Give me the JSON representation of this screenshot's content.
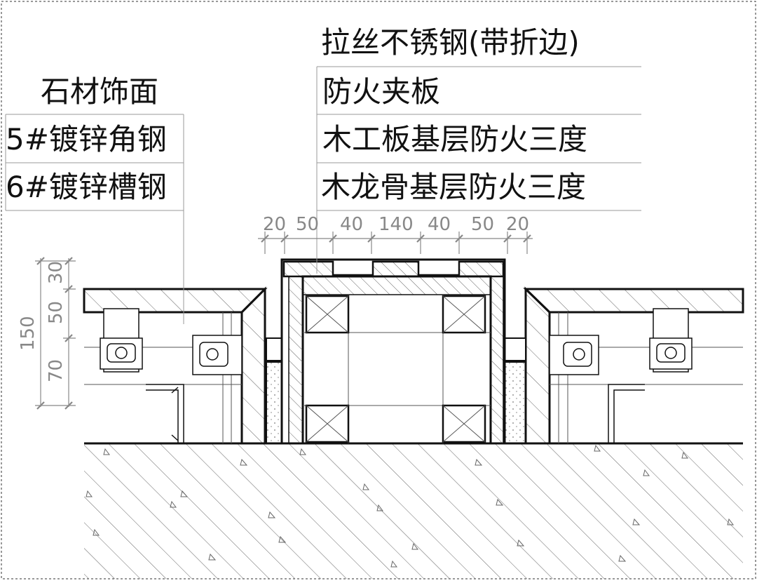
{
  "labels": {
    "left": [
      "石材饰面",
      "5#镀锌角钢",
      "6#镀锌槽钢"
    ],
    "right": [
      "拉丝不锈钢(带折边)",
      "防火夹板",
      "木工板基层防火三度",
      "木龙骨基层防火三度"
    ]
  },
  "dimensions": {
    "horizontal": [
      "20",
      "50",
      "40",
      "140",
      "40",
      "50",
      "20"
    ],
    "vertical_total": "150",
    "vertical": [
      "30",
      "50",
      "70"
    ]
  },
  "colors": {
    "line": "#111111",
    "hatch": "#555555",
    "dim": "#888888"
  }
}
